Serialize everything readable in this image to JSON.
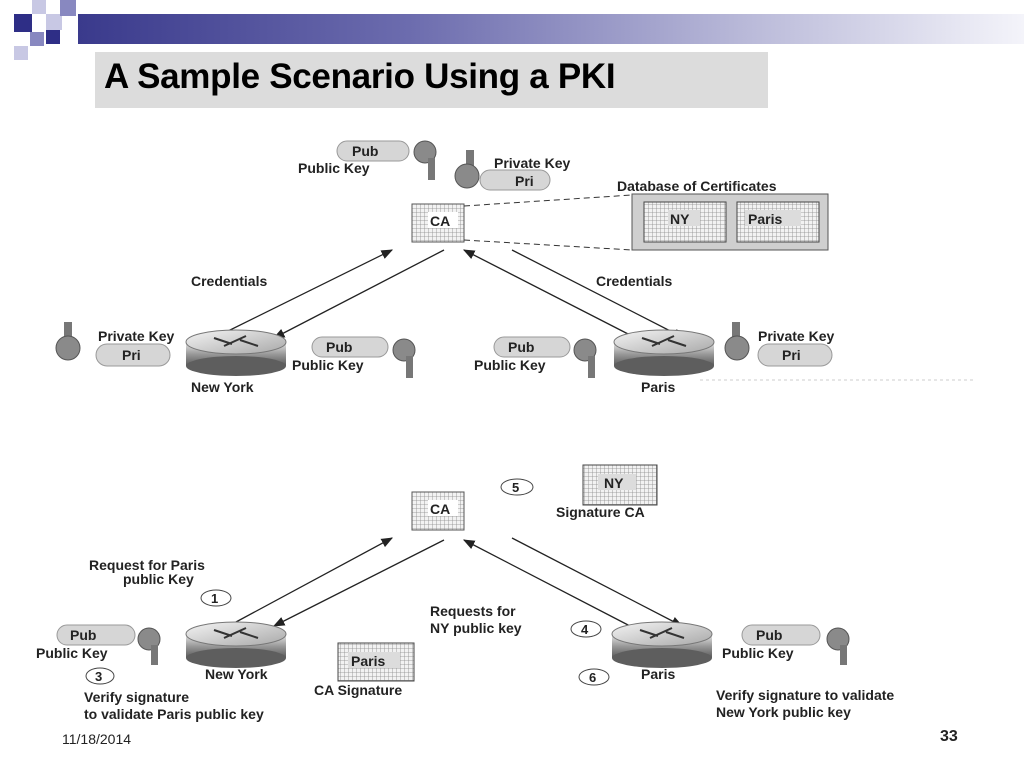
{
  "slide": {
    "title": "A Sample Scenario Using a PKI",
    "date": "11/18/2014",
    "page_number": "33"
  },
  "diagram_top": {
    "ca_label": "CA",
    "ca_pub_tag": "Pub",
    "ca_public_key": "Public Key",
    "ca_pri_tag": "Pri",
    "ca_private_key": "Private Key",
    "database_title": "Database of Certificates",
    "db_cert_ny": "NY",
    "db_cert_paris": "Paris",
    "credentials_left": "Credentials",
    "credentials_right": "Credentials",
    "ny_private_key": "Private Key",
    "ny_pri_tag": "Pri",
    "ny_pub_tag": "Pub",
    "ny_public_key": "Public Key",
    "ny_label": "New York",
    "paris_pub_tag": "Pub",
    "paris_public_key": "Public Key",
    "paris_private_key": "Private Key",
    "paris_pri_tag": "Pri",
    "paris_label": "Paris"
  },
  "diagram_bottom": {
    "ca_label": "CA",
    "step5": "5",
    "sig_cert_ny": "NY",
    "signature_ca": "Signature CA",
    "request_paris_line1": "Request for Paris",
    "request_paris_line2": "public Key",
    "step1": "1",
    "requests_ny_line1": "Requests for",
    "requests_ny_line2": "NY public key",
    "step4": "4",
    "ny_pub_tag": "Pub",
    "ny_public_key": "Public Key",
    "ny_label": "New York",
    "paris_cert": "Paris",
    "ca_signature": "CA Signature",
    "step3": "3",
    "verify_left_line1": "Verify signature",
    "verify_left_line2": "to validate Paris public key",
    "step6": "6",
    "paris_label": "Paris",
    "paris_pub_tag": "Pub",
    "paris_public_key": "Public Key",
    "verify_right_line1": "Verify signature to validate",
    "verify_right_line2": "New York public key"
  },
  "colors": {
    "title_bg": "#dcdcdc",
    "accent_dark": "#2e2e86",
    "accent_mid": "#8888c0",
    "accent_light": "#c8c8e4"
  }
}
